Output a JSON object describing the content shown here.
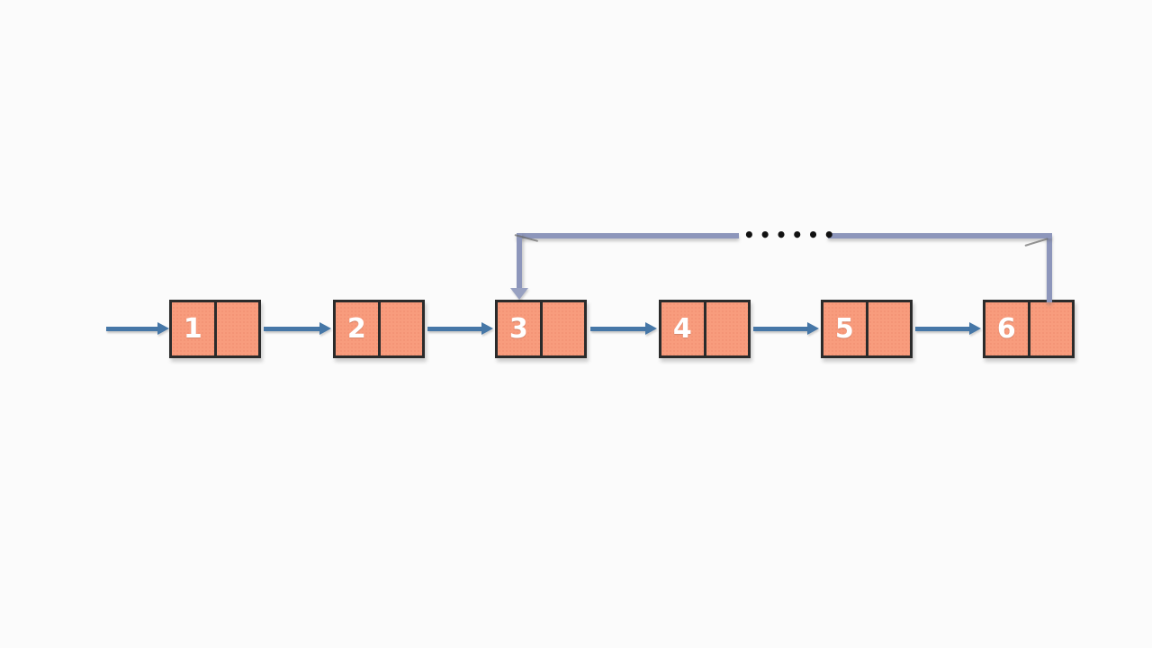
{
  "diagram": {
    "type": "singly-linked-list-with-cycle",
    "nodes": [
      {
        "value": "1"
      },
      {
        "value": "2"
      },
      {
        "value": "3"
      },
      {
        "value": "4"
      },
      {
        "value": "5"
      },
      {
        "value": "6"
      }
    ],
    "ellipsis": "••••••",
    "cycle": {
      "from_node": "6",
      "to_node": "3"
    },
    "colors": {
      "background": "#FBFBFB",
      "node_fill": "#F89C7D",
      "node_border": "#2B2B2B",
      "value_text": "#FFFFFF",
      "next_arrow": "#4677A7",
      "cycle_edge": "#8D96BB",
      "cycle_arrowhead": "#98A1C1",
      "ellipsis_dots": "#111111"
    }
  }
}
